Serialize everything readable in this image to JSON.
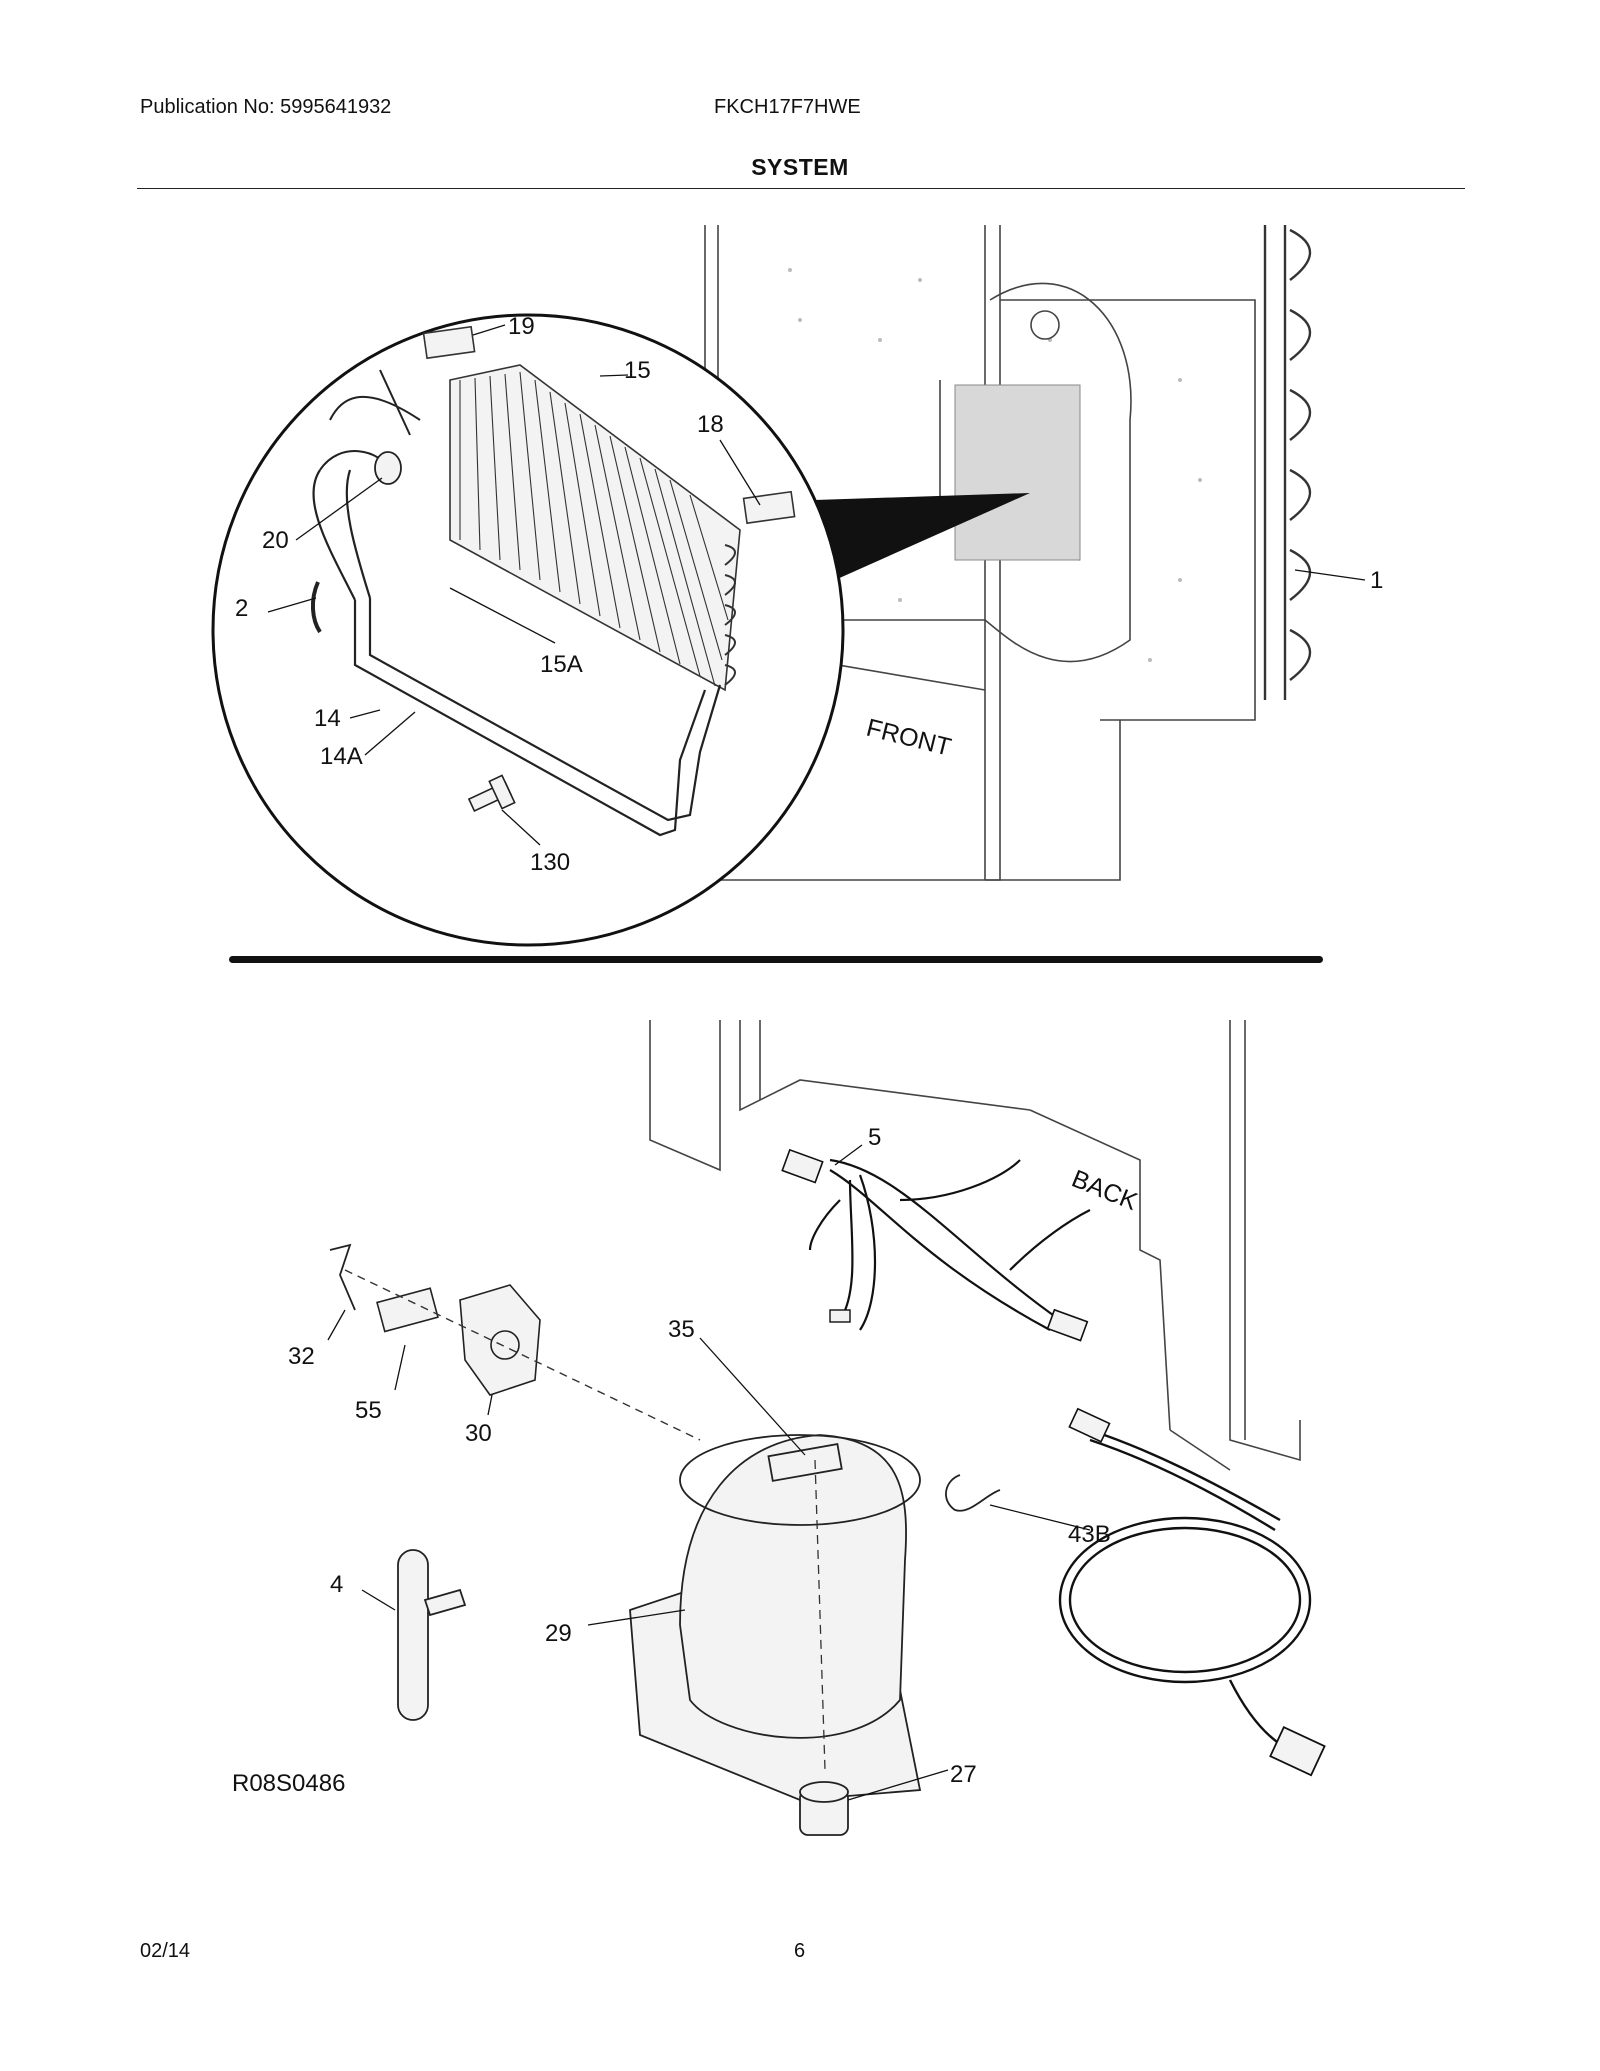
{
  "header": {
    "publication": "Publication No: 5995641932",
    "model": "FKCH17F7HWE",
    "section_title": "SYSTEM"
  },
  "callouts": {
    "p1": "1",
    "p2": "2",
    "p14": "14",
    "p14a": "14A",
    "p15": "15",
    "p15a": "15A",
    "p18": "18",
    "p19": "19",
    "p20": "20",
    "p130": "130",
    "p4": "4",
    "p5": "5",
    "p27": "27",
    "p29": "29",
    "p30": "30",
    "p32": "32",
    "p35": "35",
    "p43b": "43B",
    "p55": "55"
  },
  "labels": {
    "front": "FRONT",
    "back": "BACK"
  },
  "figure_id": "R08S0486",
  "footer": {
    "date": "02/14",
    "page": "6"
  }
}
